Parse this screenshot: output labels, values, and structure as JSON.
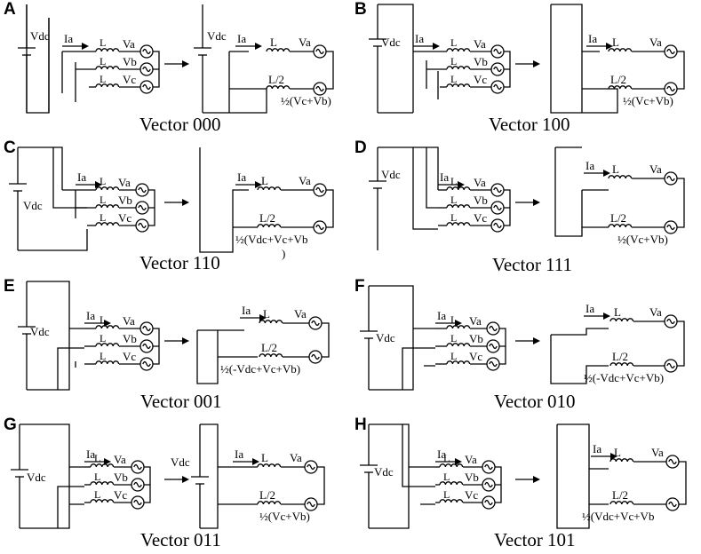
{
  "labels": {
    "vdc": "Vdc",
    "ia": "Ia",
    "inductor": "L",
    "half_inductor": "L/2",
    "va": "Va",
    "vb": "Vb",
    "vc": "Vc"
  },
  "panels": [
    {
      "letter": "A",
      "caption": "Vector 000",
      "equivalent": "½(Vc+Vb)"
    },
    {
      "letter": "B",
      "caption": "Vector 100",
      "equivalent": "½(Vc+Vb)"
    },
    {
      "letter": "C",
      "caption": "Vector 110",
      "equivalent": "½(Vdc+Vc+Vb",
      "equivalent_tail": ")"
    },
    {
      "letter": "D",
      "caption": "Vector 111",
      "equivalent": "½(Vc+Vb)"
    },
    {
      "letter": "E",
      "caption": "Vector 001",
      "equivalent": "½(-Vdc+Vc+Vb)"
    },
    {
      "letter": "F",
      "caption": "Vector 010",
      "equivalent": "½(-Vdc+Vc+Vb)"
    },
    {
      "letter": "G",
      "caption": "Vector 011",
      "equivalent": "½(Vc+Vb)"
    },
    {
      "letter": "H",
      "caption": "Vector 101",
      "equivalent": "½(Vdc+Vc+Vb"
    }
  ]
}
